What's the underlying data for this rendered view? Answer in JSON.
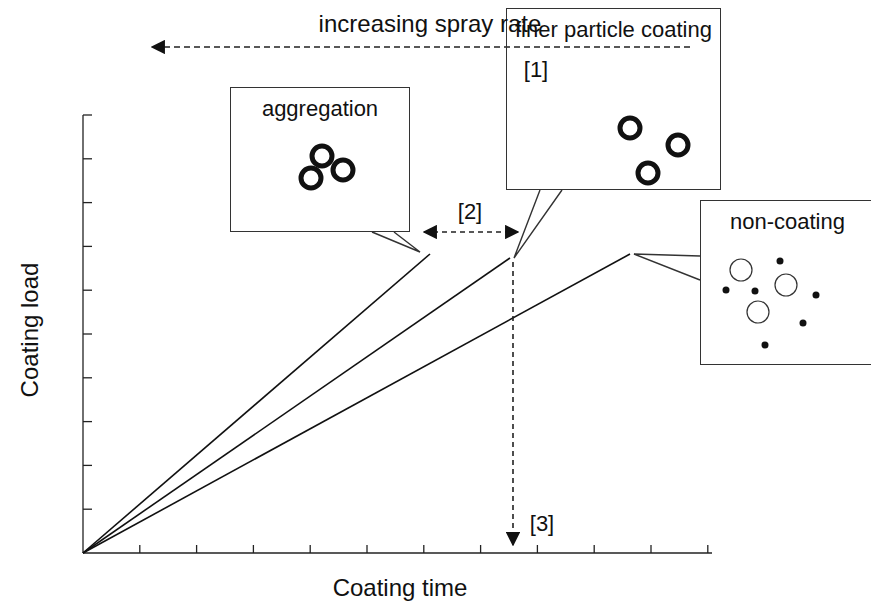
{
  "diagram": {
    "nodes": [
      {
        "text": [
          "aggregation"
        ]
      },
      {
        "text": [
          "finer particle coating"
        ]
      },
      {
        "text": [
          "non-coating"
        ]
      }
    ],
    "labels": [
      "increasing spray rate",
      "[1]",
      "[2]",
      "[3]",
      "Coating load",
      "Coating time"
    ]
  }
}
